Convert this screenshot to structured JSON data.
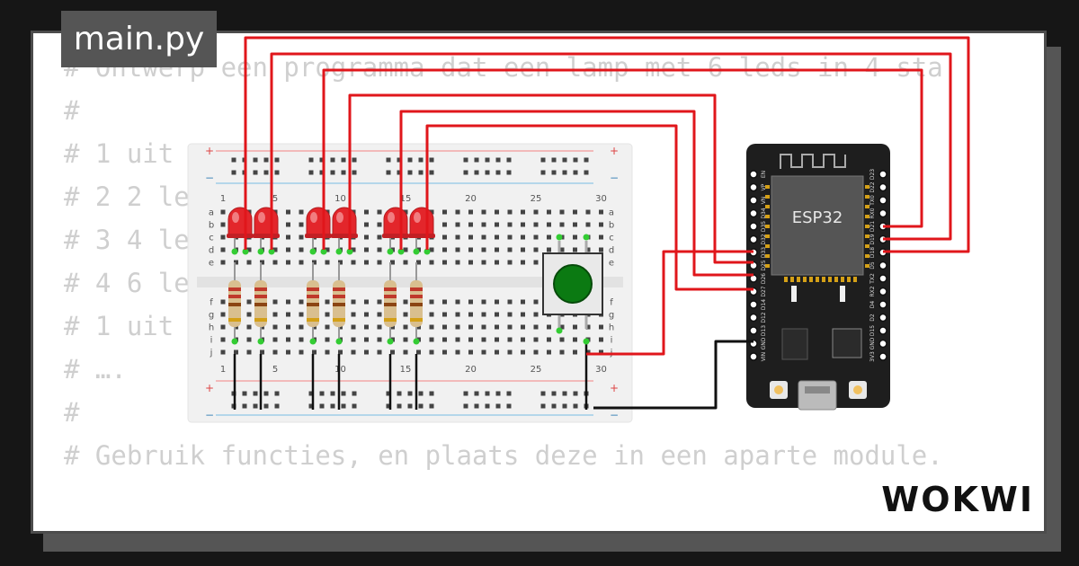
{
  "editor": {
    "filename": "main.py",
    "code_lines": [
      "# Ontwerp een programma dat een lamp met 6 leds in 4 sta",
      "#",
      "# 1 uit",
      "# 2 2 le",
      "# 3 4 le",
      "# 4 6 le",
      "# 1 uit",
      "# ….",
      "#",
      "# Gebruik functies, en plaats deze in een aparte module."
    ]
  },
  "breadboard": {
    "col_labels_top": [
      "1",
      "5",
      "10",
      "15",
      "20",
      "25",
      "30"
    ],
    "col_labels_bottom": [
      "1",
      "5",
      "10",
      "15",
      "20",
      "25",
      "30"
    ],
    "row_labels_top": [
      "a",
      "b",
      "c",
      "d",
      "e"
    ],
    "row_labels_bottom": [
      "f",
      "g",
      "h",
      "i",
      "j"
    ],
    "rail_plus": "+",
    "rail_minus": "−"
  },
  "esp32": {
    "chip_label": "ESP32",
    "left_pins": [
      "EN",
      "VP",
      "VN",
      "D34",
      "D35",
      "D32",
      "D33",
      "D25",
      "D26",
      "D27",
      "D14",
      "D12",
      "D13",
      "GND",
      "VIN"
    ],
    "right_pins": [
      "D23",
      "D22",
      "TX0",
      "RX0",
      "D21",
      "D19",
      "D18",
      "D5",
      "TX2",
      "RX2",
      "D4",
      "D2",
      "D15",
      "GND",
      "3V3"
    ]
  },
  "brand": {
    "logo_text": "WOKWI"
  },
  "colors": {
    "wire_red": "#e0161b",
    "wire_black": "#111111",
    "led_red": "#e3262b",
    "button_green": "#0b7a12",
    "board_dark": "#1e1e1e"
  }
}
